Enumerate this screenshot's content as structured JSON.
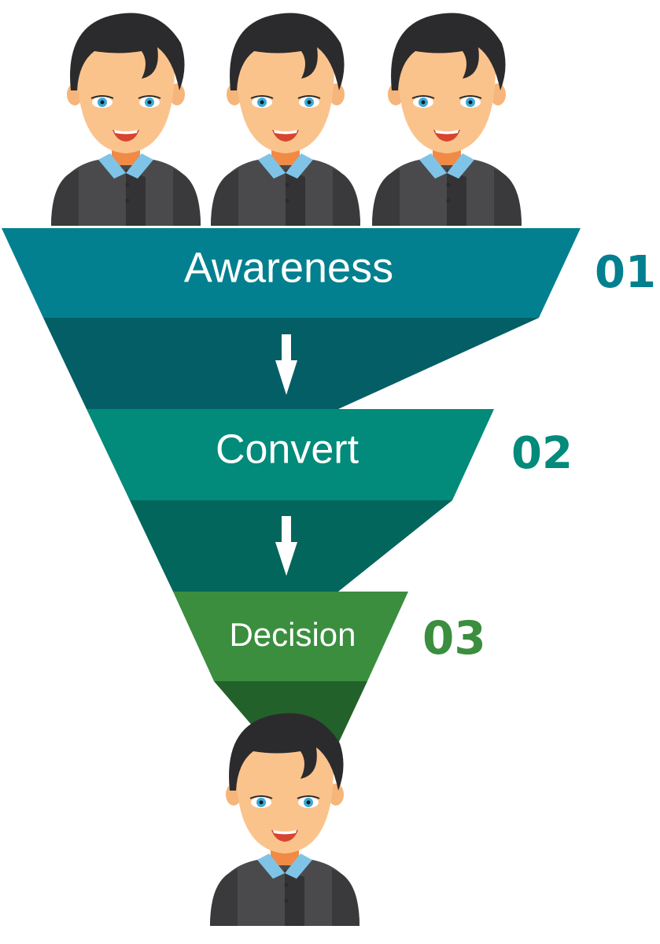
{
  "funnel": {
    "stages": [
      {
        "label": "Awareness",
        "number": "01",
        "color": "#03808F",
        "dark": "#035E66"
      },
      {
        "label": "Convert",
        "number": "02",
        "color": "#028A7A",
        "dark": "#02665C"
      },
      {
        "label": "Decision",
        "number": "03",
        "color": "#3A8E3E",
        "dark": "#23612A"
      }
    ],
    "icons": {
      "person": "person-icon",
      "arrow": "arrow-down-icon"
    }
  }
}
